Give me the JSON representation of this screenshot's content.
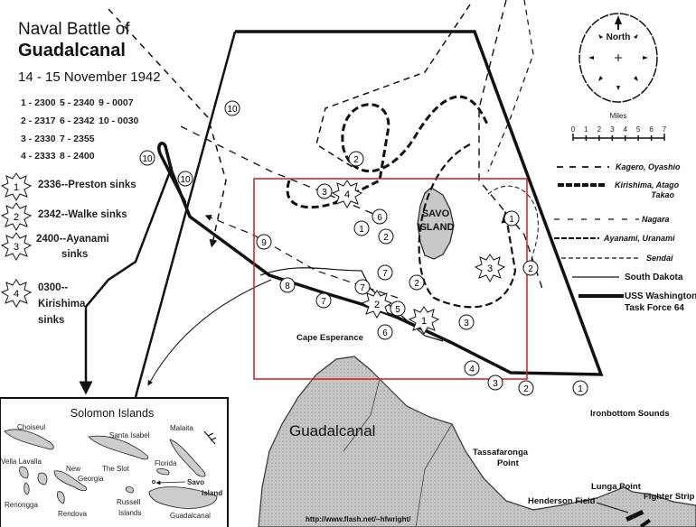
{
  "title": {
    "line1": "Naval Battle of",
    "line2": "Guadalcanal",
    "date": "14 - 15 November 1942"
  },
  "times": [
    "1 - 2300",
    "2 - 2317",
    "3 - 2330",
    "4 - 2333",
    "5 - 2340",
    "6 - 2342",
    "7 - 2355",
    "8 - 2400",
    "9 - 0007",
    "10 - 0030"
  ],
  "sinkings": [
    {
      "num": "1",
      "text": "2336--Preston sinks"
    },
    {
      "num": "2",
      "text": "2342--Walke sinks"
    },
    {
      "num": "3",
      "text_line1": "2400--Ayanami",
      "text_line2": "sinks"
    },
    {
      "num": "4",
      "text_line1": "0300--",
      "text_line2": "Kirishima",
      "text_line3": "sinks"
    }
  ],
  "compass": {
    "label": "North",
    "miles_label": "Miles",
    "scale": [
      "0",
      "1",
      "2",
      "3",
      "4",
      "5",
      "6",
      "7"
    ]
  },
  "legend": [
    {
      "label": "Kagero, Oyashio"
    },
    {
      "label_line1": "Kirishima, Atago",
      "label_line2": "Takao"
    },
    {
      "label": "Nagara"
    },
    {
      "label": "Ayanami, Uranami"
    },
    {
      "label": "Sendai"
    },
    {
      "label": "South Dakota"
    },
    {
      "label_line1": "USS Washington",
      "label_line2": "Task Force 64"
    }
  ],
  "places": {
    "savo_line1": "SAVO",
    "savo_line2": "ISLAND",
    "cape": "Cape Esperance",
    "guadalcanal": "Guadalcanal",
    "tassafaronga_line1": "Tassafaronga",
    "tassafaronga_line2": "Point",
    "ironbottom": "Ironbottom Sounds",
    "lunga": "Lunga Point",
    "henderson": "Henderson Field",
    "fighter": "Fighter Strip"
  },
  "inset": {
    "title": "Solomon Islands",
    "labels": [
      "Choiseul",
      "Santa Isabel",
      "Malaita",
      "Vella Lavalla",
      "New",
      "Georgia",
      "The Slot",
      "Florida",
      "Savo",
      "Island",
      "Renongga",
      "Rendova",
      "Russell",
      "Islands",
      "Guadalcanal"
    ]
  },
  "track_numbers": [
    "10",
    "10",
    "10",
    "9",
    "8",
    "7",
    "7",
    "7",
    "6",
    "6",
    "5",
    "4",
    "3",
    "2",
    "1",
    "1",
    "2",
    "3",
    "2",
    "2",
    "1",
    "2",
    "3"
  ],
  "url": "http://www.flash.net/~hfwright/",
  "colors": {
    "land": "#c8c8c8",
    "highlight": "#cc1f1f",
    "ink": "#111111"
  }
}
